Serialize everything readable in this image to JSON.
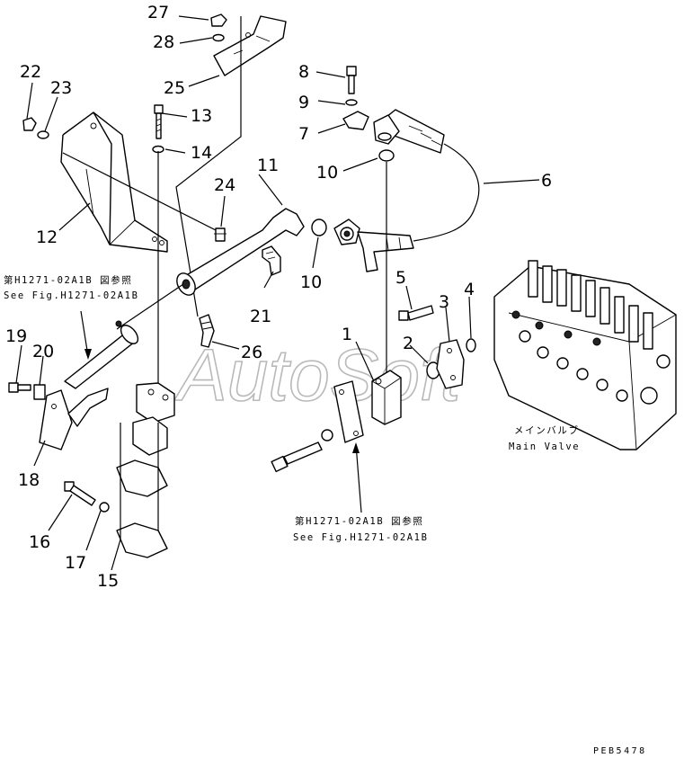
{
  "callouts": [
    {
      "id": "c1",
      "label": "1"
    },
    {
      "id": "c2",
      "label": "2"
    },
    {
      "id": "c3",
      "label": "3"
    },
    {
      "id": "c4",
      "label": "4"
    },
    {
      "id": "c5",
      "label": "5"
    },
    {
      "id": "c6",
      "label": "6"
    },
    {
      "id": "c7",
      "label": "7"
    },
    {
      "id": "c8",
      "label": "8"
    },
    {
      "id": "c9",
      "label": "9"
    },
    {
      "id": "c10a",
      "label": "10"
    },
    {
      "id": "c10b",
      "label": "10"
    },
    {
      "id": "c11",
      "label": "11"
    },
    {
      "id": "c12",
      "label": "12"
    },
    {
      "id": "c13",
      "label": "13"
    },
    {
      "id": "c14",
      "label": "14"
    },
    {
      "id": "c15",
      "label": "15"
    },
    {
      "id": "c16",
      "label": "16"
    },
    {
      "id": "c17",
      "label": "17"
    },
    {
      "id": "c18",
      "label": "18"
    },
    {
      "id": "c19",
      "label": "19"
    },
    {
      "id": "c20",
      "label": "20"
    },
    {
      "id": "c21",
      "label": "21"
    },
    {
      "id": "c22",
      "label": "22"
    },
    {
      "id": "c23",
      "label": "23"
    },
    {
      "id": "c24",
      "label": "24"
    },
    {
      "id": "c25",
      "label": "25"
    },
    {
      "id": "c26",
      "label": "26"
    },
    {
      "id": "c27",
      "label": "27"
    },
    {
      "id": "c28",
      "label": "28"
    }
  ],
  "references": {
    "left_jp": "第H1271-02A1B 図参照",
    "left_en": "See Fig.H1271-02A1B",
    "center_jp": "第H1271-02A1B 図参照",
    "center_en": "See Fig.H1271-02A1B"
  },
  "main_valve": {
    "label_jp": "メインバルブ",
    "label_en": "Main Valve"
  },
  "watermark": "AutoSoft",
  "drawing_code": "PEB5478"
}
